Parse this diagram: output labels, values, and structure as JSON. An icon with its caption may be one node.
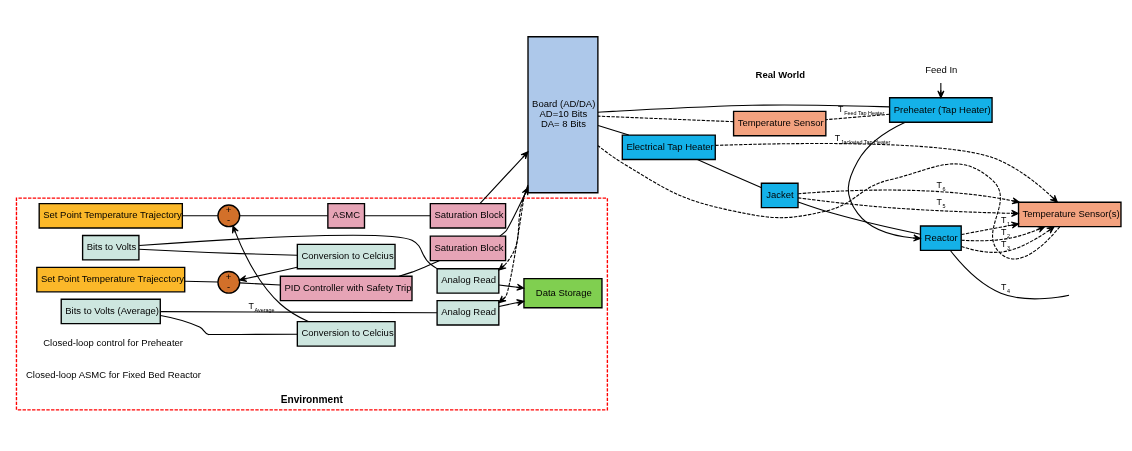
{
  "diagram": {
    "nodes": [
      {
        "text": [
          "Environment"
        ]
      },
      {
        "text": [
          "Set Point Temperature Trajecctory"
        ],
        "in": 0
      },
      {
        "text": [
          "+",
          "-"
        ],
        "in": 0
      },
      {
        "text": [
          "PID Controller with Safety Trip"
        ],
        "in": 0
      },
      {
        "text": [
          "Saturation Block"
        ],
        "in": 0
      },
      {
        "text": [
          "Conversion to Celcius"
        ],
        "in": 0
      },
      {
        "text": [
          "Bits to Volts"
        ],
        "in": 0
      },
      {
        "text": [
          "Analog Read"
        ],
        "in": 0
      },
      {
        "text": [
          "Set Point Temperature Trajectory"
        ],
        "in": 0
      },
      {
        "text": [
          "+",
          "-"
        ],
        "in": 0
      },
      {
        "text": [
          "ASMC"
        ],
        "in": 0
      },
      {
        "text": [
          "Saturation Block"
        ],
        "in": 0
      },
      {
        "text": [
          "Conversion to Celcius"
        ],
        "in": 0
      },
      {
        "text": [
          "Bits to Volts (Average)"
        ],
        "in": 0
      },
      {
        "text": [
          "Analog Read"
        ],
        "in": 0
      },
      {
        "text": [
          "Data Storage"
        ],
        "in": 0
      },
      {
        "text": [
          "Board (AD/DA)",
          "AD=10 Bits",
          "DA= 8 Bits"
        ]
      },
      {
        "text": [
          "Preheater (Tap Heater)"
        ]
      },
      {
        "text": [
          "Temperature Sensor"
        ]
      },
      {
        "text": [
          "Electrical Tap Heater"
        ]
      },
      {
        "text": [
          "Jacket"
        ]
      },
      {
        "text": [
          "Reactor"
        ]
      },
      {
        "text": [
          "Temperature Sensor(s)"
        ]
      },
      {
        "text": [
          "Feed In"
        ]
      }
    ],
    "edges": [
      {
        "from": 1,
        "to": 2,
        "arrow": "none"
      },
      {
        "from": 2,
        "to": 3,
        "arrow": "none"
      },
      {
        "from": 3,
        "to": 4,
        "arrow": "none"
      },
      {
        "from": 4,
        "to": 16,
        "arrow": "to"
      },
      {
        "from": 16,
        "to": 17,
        "arrow": "none"
      },
      {
        "from": 23,
        "to": 17,
        "arrow": "to"
      },
      {
        "from": 17,
        "to": 21,
        "arrow": "to"
      },
      {
        "from": 17,
        "to": 18,
        "arrow": "none",
        "style": "dashed",
        "label": "T$_{Feed Tap Heater}$"
      },
      {
        "from": 18,
        "to": 16,
        "arrow": "none",
        "style": "dashed"
      },
      {
        "from": 16,
        "to": 7,
        "arrow": "to",
        "style": "dashed"
      },
      {
        "from": 7,
        "to": 6,
        "arrow": "none"
      },
      {
        "from": 6,
        "to": 5,
        "arrow": "none"
      },
      {
        "from": 5,
        "to": 2,
        "arrow": "to"
      },
      {
        "from": 7,
        "to": 15,
        "arrow": "to"
      },
      {
        "from": 8,
        "to": 9,
        "arrow": "none"
      },
      {
        "from": 9,
        "to": 10,
        "arrow": "none"
      },
      {
        "from": 10,
        "to": 11,
        "arrow": "none"
      },
      {
        "from": 11,
        "to": 16,
        "arrow": "to"
      },
      {
        "from": 16,
        "to": 19,
        "arrow": "none"
      },
      {
        "from": 19,
        "to": 20,
        "arrow": "none"
      },
      {
        "from": 20,
        "to": 21,
        "arrow": "none"
      },
      {
        "from": 21,
        "to": null,
        "arrow": "none",
        "label": "T$_{4}$"
      },
      {
        "from": 19,
        "to": 22,
        "arrow": "to",
        "style": "dashed",
        "label": "T$_{Jacketed Tap Heater}$"
      },
      {
        "from": 20,
        "to": 22,
        "arrow": "to",
        "style": "dashed",
        "label": "T$_{6}$"
      },
      {
        "from": 20,
        "to": 22,
        "arrow": "to",
        "style": "dashed",
        "label": "T$_{5}$"
      },
      {
        "from": 21,
        "to": 22,
        "arrow": "to",
        "style": "dashed",
        "label": "T$_{1}$"
      },
      {
        "from": 21,
        "to": 22,
        "arrow": "to",
        "style": "dashed",
        "label": "T$_{2}$"
      },
      {
        "from": 21,
        "to": 22,
        "arrow": "to",
        "style": "dashed",
        "label": "T$_{3}$"
      },
      {
        "from": 22,
        "to": 16,
        "arrow": "none",
        "style": "dashed"
      },
      {
        "from": 16,
        "to": 14,
        "arrow": "to",
        "style": "dashed"
      },
      {
        "from": 14,
        "to": 13,
        "arrow": "none",
        "label": "T$_{Average}$"
      },
      {
        "from": 13,
        "to": 12,
        "arrow": "none"
      },
      {
        "from": 12,
        "to": 9,
        "arrow": "to"
      },
      {
        "from": 14,
        "to": 15,
        "arrow": "to"
      }
    ],
    "labels": [
      "Closed-loop control for Preheater",
      "Closed-loop ASMC for Fixed Bed Reactor",
      "Real World"
    ]
  }
}
